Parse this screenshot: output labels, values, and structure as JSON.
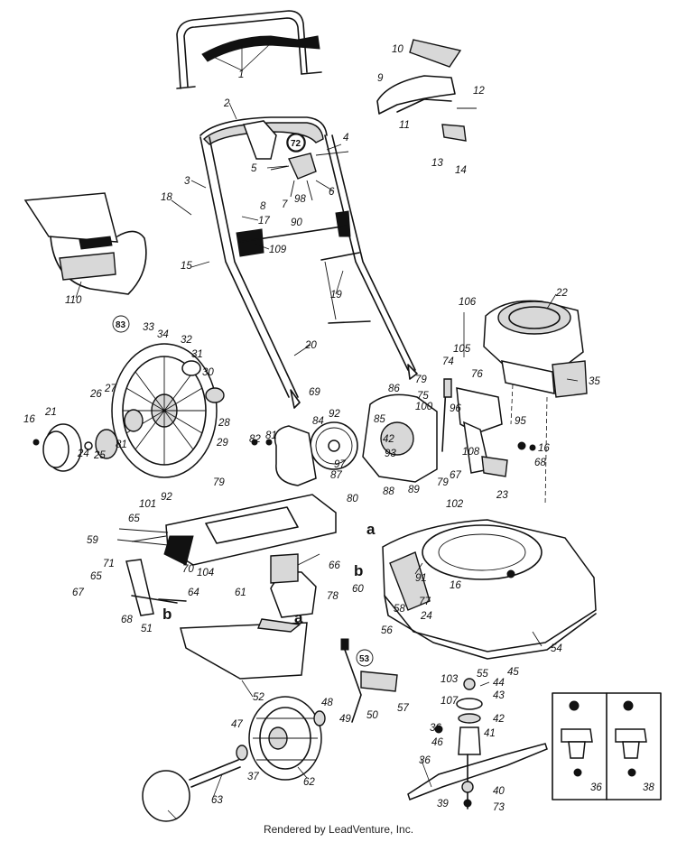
{
  "footer": "Rendered by LeadVenture, Inc.",
  "circled_labels": [
    "72",
    "83",
    "53"
  ],
  "letter_callouts": [
    "a",
    "b",
    "a",
    "b"
  ],
  "part_numbers": [
    "1",
    "1",
    "2",
    "3",
    "4",
    "5",
    "6",
    "7",
    "8",
    "90",
    "98",
    "10",
    "9",
    "12",
    "11",
    "13",
    "14",
    "18",
    "17",
    "15",
    "109",
    "110",
    "19",
    "20",
    "106",
    "22",
    "105",
    "33",
    "34",
    "32",
    "31",
    "30",
    "74",
    "76",
    "79",
    "86",
    "100",
    "35",
    "26",
    "27",
    "16",
    "21",
    "28",
    "29",
    "69",
    "75",
    "96",
    "95",
    "16",
    "68",
    "85",
    "84",
    "92",
    "82",
    "81",
    "42",
    "93",
    "97",
    "89",
    "79",
    "67",
    "108",
    "23",
    "24",
    "25",
    "81",
    "87",
    "88",
    "79",
    "80",
    "92",
    "101",
    "65",
    "102",
    "59",
    "91",
    "66",
    "71",
    "70",
    "104",
    "64",
    "67",
    "65",
    "60",
    "77",
    "78",
    "61",
    "24",
    "58",
    "16",
    "68",
    "51",
    "56",
    "54",
    "55",
    "45",
    "103",
    "44",
    "43",
    "107",
    "42",
    "36",
    "41",
    "46",
    "47",
    "48",
    "49",
    "50",
    "57",
    "52",
    "62",
    "37",
    "36",
    "36",
    "38",
    "40",
    "39",
    "73",
    "63"
  ]
}
